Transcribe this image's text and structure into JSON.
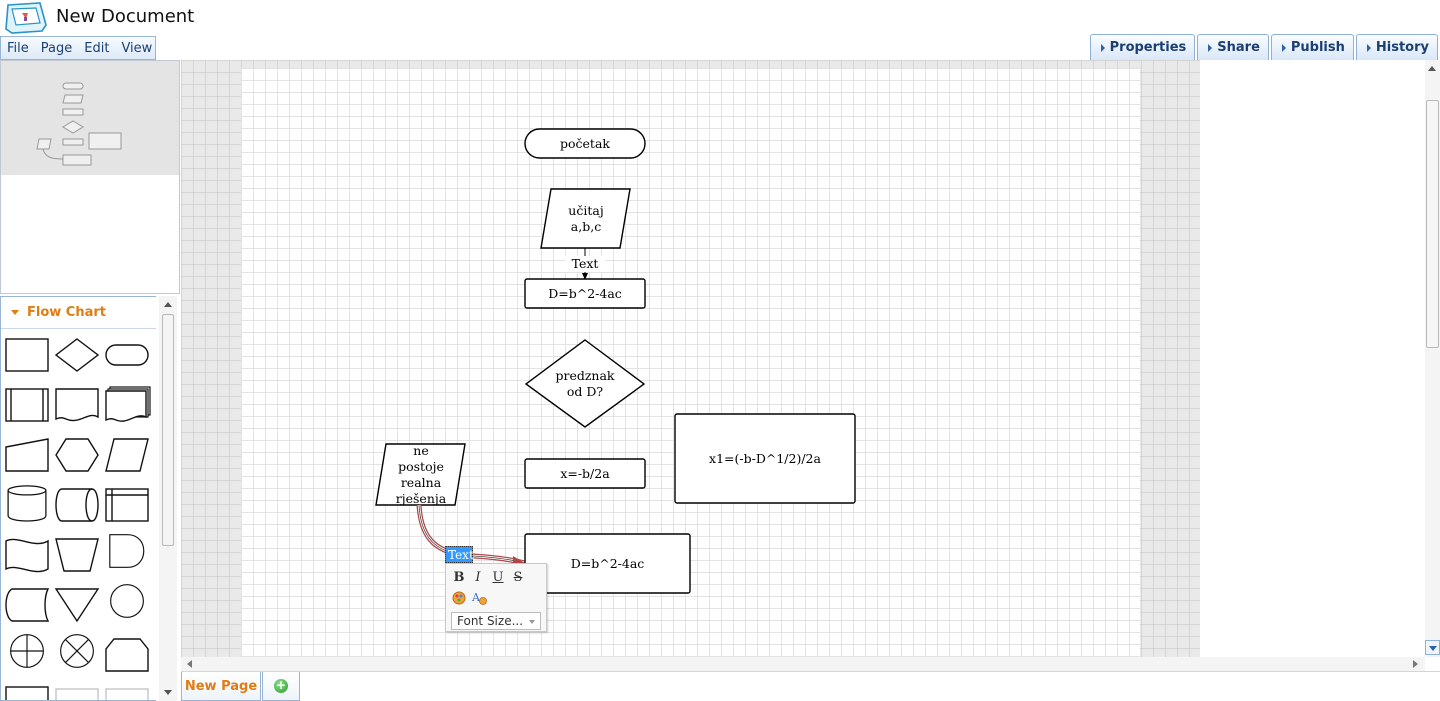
{
  "app": {
    "title": "New Document",
    "logo_icon": "app-logo-icon"
  },
  "menu": {
    "items": [
      "File",
      "Page",
      "Edit",
      "View"
    ]
  },
  "right_tabs": [
    "Properties",
    "Share",
    "Publish",
    "History"
  ],
  "shape_library": {
    "category": "Flow Chart",
    "shapes": [
      "process",
      "decision",
      "terminator",
      "predefined-process",
      "document",
      "multi-document",
      "manual-input",
      "preparation",
      "data",
      "database",
      "direct-data",
      "internal-storage",
      "punched-tape",
      "manual-operation",
      "delay",
      "display",
      "merge",
      "connector",
      "summing-junction",
      "or",
      "loop-limit"
    ]
  },
  "diagram": {
    "nodes": {
      "start": "početak",
      "input": "učitaj\na,b,c",
      "connector_label": "Text",
      "process1": "D=b^2-4ac",
      "decision": "predznak\nod D?",
      "process_x": "x=-b/2a",
      "process_x1": "x1=(-b-D^1/2)/2a",
      "output": "ne\npostoje\nrealna\nrješenja",
      "process2": "D=b^2-4ac",
      "editing_label": "Text"
    }
  },
  "format_toolbar": {
    "bold": "B",
    "italic": "I",
    "underline": "U",
    "strike": "S",
    "font_size_placeholder": "Font Size..."
  },
  "page_tabs": {
    "current": "New Page",
    "add_icon": "add-page-icon"
  },
  "colors": {
    "accent_orange": "#e07c12",
    "menu_blue": "#1c3f73",
    "selection_blue": "#3399ff",
    "connector_red": "#b04848"
  }
}
